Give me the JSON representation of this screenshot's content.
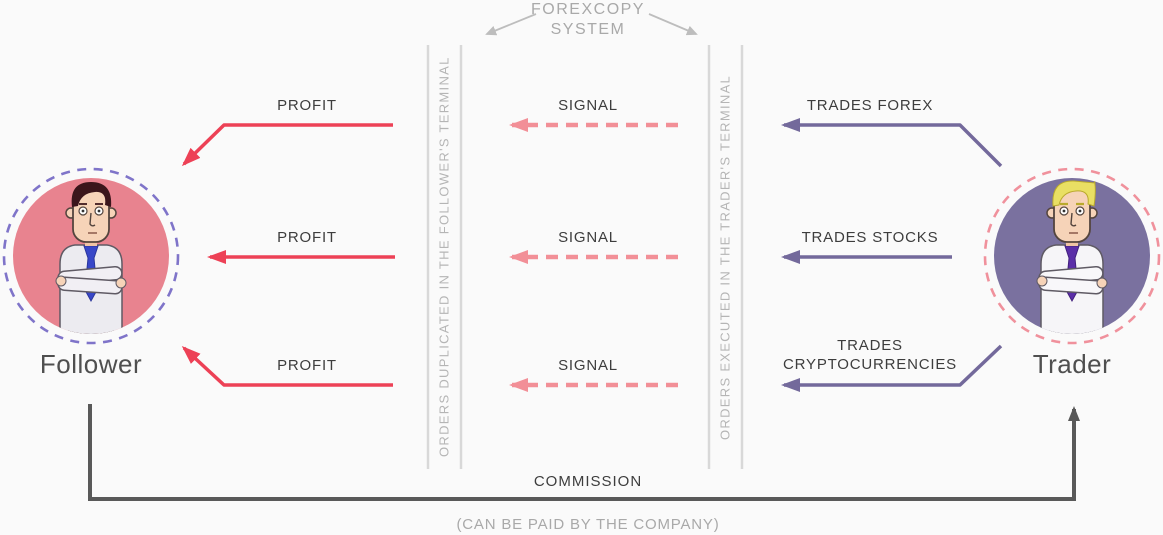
{
  "title": {
    "line1": "FOREXCOPY",
    "line2": "SYSTEM"
  },
  "actors": {
    "follower": {
      "label": "Follower"
    },
    "trader": {
      "label": "Trader"
    }
  },
  "terminals": {
    "left": "ORDERS DUPLICATED IN THE FOLLOWER'S TERMINAL",
    "right": "ORDERS EXECUTED IN THE TRADER'S TERMINAL"
  },
  "flows": {
    "profit": [
      "PROFIT",
      "PROFIT",
      "PROFIT"
    ],
    "signal": [
      "SIGNAL",
      "SIGNAL",
      "SIGNAL"
    ],
    "trades": [
      "TRADES FOREX",
      "TRADES STOCKS",
      "TRADES CRYPTOCURRENCIES"
    ]
  },
  "commission": {
    "label": "COMMISSION",
    "note": "(CAN BE PAID BY THE COMPANY)"
  },
  "colors": {
    "background": "#FAFAFA",
    "profit_arrow": "#ED4156",
    "signal_arrow": "#F28F97",
    "trades_arrow": "#73699B",
    "follower_circle": "#E8838F",
    "follower_ring": "#7F74C9",
    "trader_circle": "#7A719F",
    "trader_ring": "#F0919C",
    "terminal_bar": "#D8D8D8",
    "terminal_text": "#B5B5B5",
    "commission_line": "#595959",
    "label_text": "#3D3D3D",
    "muted_text": "#A9A9A9"
  }
}
